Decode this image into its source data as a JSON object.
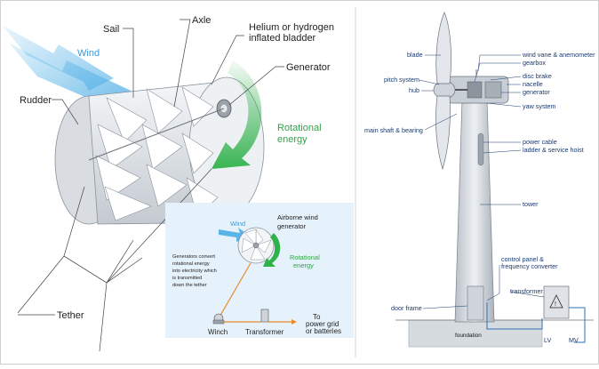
{
  "left_diagram": {
    "labels": {
      "sail": "Sail",
      "axle": "Axle",
      "bladder_line1": "Helium or hydrogen",
      "bladder_line2": "inflated bladder",
      "wind": "Wind",
      "generator": "Generator",
      "rudder": "Rudder",
      "rotational_line1": "Rotational",
      "rotational_line2": "energy",
      "tether": "Tether"
    },
    "inset": {
      "wind": "Wind",
      "airborne_line1": "Airborne wind",
      "airborne_line2": "generator",
      "rotational_line1": "Rotational",
      "rotational_line2": "energy",
      "desc_lines": [
        "Generators convert",
        "rotational energy",
        "into electricity which",
        "is transmitted",
        "down the tether"
      ],
      "winch": "Winch",
      "transformer": "Transformer",
      "to_line1": "To",
      "to_line2": "power grid",
      "to_line3": "or batteries"
    }
  },
  "right_diagram": {
    "labels": {
      "blade": "blade",
      "wind_vane": "wind vane & anemometer",
      "gearbox": "gearbox",
      "disc_brake": "disc brake",
      "pitch_system": "pitch system",
      "nacelle": "nacelle",
      "hub": "hub",
      "generator": "generator",
      "yaw_system": "yaw system",
      "main_shaft": "main shaft & bearing",
      "power_cable": "power cable",
      "ladder": "ladder & service hoist",
      "tower": "tower",
      "control_line1": "control panel &",
      "control_line2": "frequency converter",
      "transformer": "transformer",
      "door_frame": "door frame",
      "foundation": "foundation",
      "lv": "LV",
      "mv": "MV"
    }
  },
  "colors": {
    "wind_arrow": "#5ab4e8",
    "rotation_arrow": "#2fb24a",
    "inset_bg": "#e6f2fb",
    "label_blue": "#1a3a6e",
    "ground": "#c9cfd6"
  }
}
